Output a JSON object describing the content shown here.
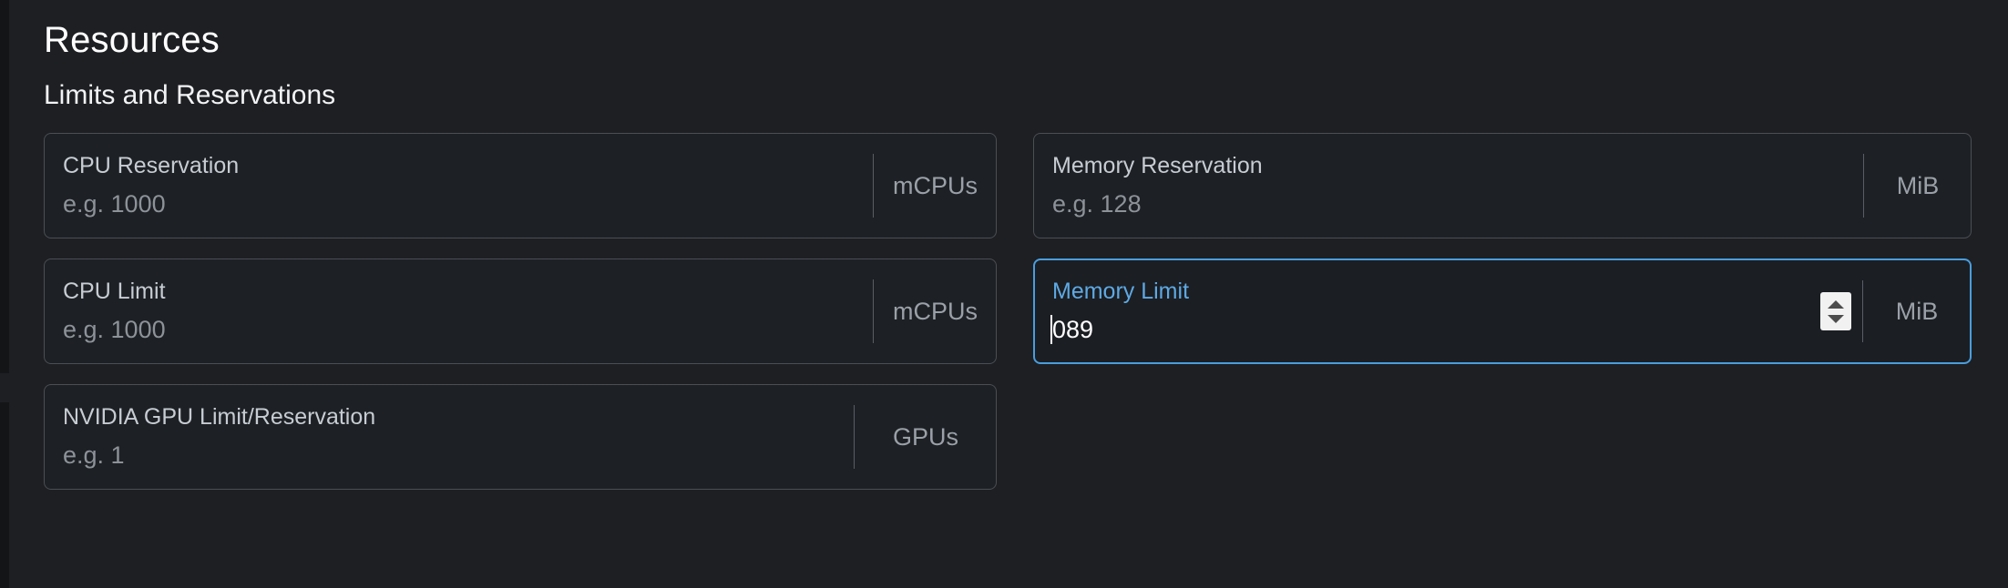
{
  "page": {
    "title": "Resources",
    "subtitle": "Limits and Reservations"
  },
  "colors": {
    "background": "#1d1f23",
    "card_background": "#1d2025",
    "card_border": "#4b4e54",
    "focus_border": "#4a9ede",
    "focus_label": "#5ea9e4",
    "label_text": "#c7ccd3",
    "placeholder_text": "#8d9299",
    "value_text": "#ffffff",
    "suffix_text": "#9aa0a7",
    "edge_strip": "#141517"
  },
  "fields": {
    "cpu_reservation": {
      "label": "CPU Reservation",
      "placeholder": "e.g. 1000",
      "value": "",
      "unit": "mCPUs",
      "focused": false
    },
    "memory_reservation": {
      "label": "Memory Reservation",
      "placeholder": "e.g. 128",
      "value": "",
      "unit": "MiB",
      "focused": false
    },
    "cpu_limit": {
      "label": "CPU Limit",
      "placeholder": "e.g. 1000",
      "value": "",
      "unit": "mCPUs",
      "focused": false
    },
    "memory_limit": {
      "label": "Memory Limit",
      "placeholder": "",
      "value": "089",
      "unit": "MiB",
      "focused": true,
      "spinner": {
        "up_icon": "triangle-up-icon",
        "down_icon": "triangle-down-icon"
      }
    },
    "gpu_limit": {
      "label": "NVIDIA GPU Limit/Reservation",
      "placeholder": "e.g. 1",
      "value": "",
      "unit": "GPUs",
      "focused": false
    }
  }
}
